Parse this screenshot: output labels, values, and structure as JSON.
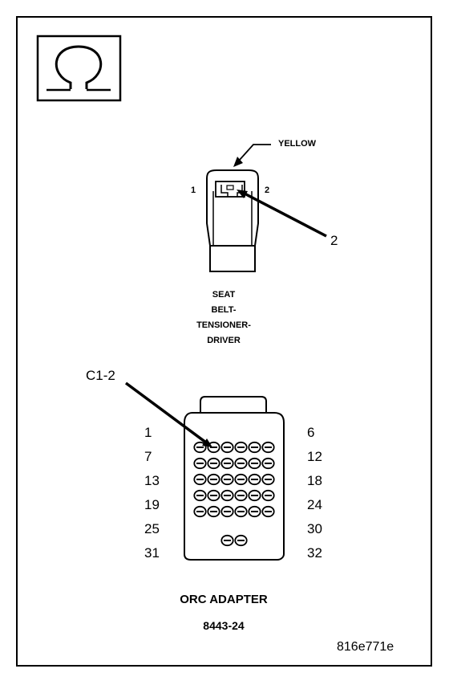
{
  "symbol": {
    "icon": "omega-ground-icon"
  },
  "connector_top": {
    "wire_color_label": "YELLOW",
    "pin_left": "1",
    "pin_right": "2",
    "callout": "2",
    "caption_lines": [
      "SEAT",
      "BELT-",
      "TENSIONER-",
      "DRIVER"
    ]
  },
  "orc_adapter": {
    "callout": "C1-2",
    "row_labels_left": [
      "1",
      "7",
      "13",
      "19",
      "25",
      "31"
    ],
    "row_labels_right": [
      "6",
      "12",
      "18",
      "24",
      "30",
      "32"
    ],
    "pin_rows": [
      6,
      6,
      6,
      6,
      6,
      2
    ],
    "title": "ORC ADAPTER",
    "part_number": "8443-24"
  },
  "figure_id": "816e771e"
}
